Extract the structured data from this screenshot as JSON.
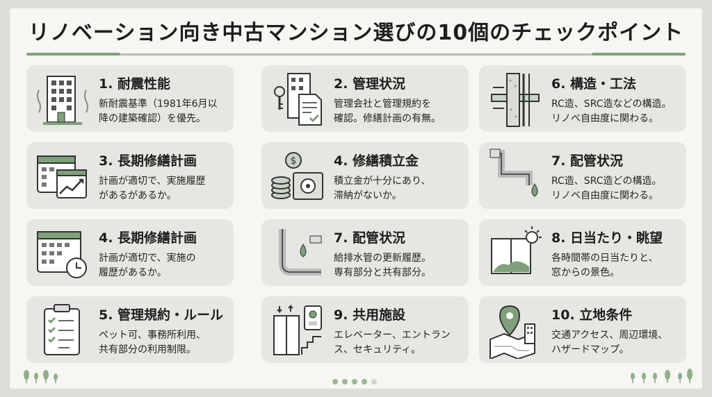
{
  "title": "リノベーション向き中古マンション選びの10個のチェックポイント",
  "cards": [
    {
      "title": "1. 耐震性能",
      "line1": "新耐震基準（1981年6月以",
      "line2": "降の建築確認）を優先。",
      "icon": "building-icon"
    },
    {
      "title": "2. 管理状況",
      "line1": "管理会社と管理規約を",
      "line2": "確認。修繕計画の有無。",
      "icon": "keys-document-icon"
    },
    {
      "title": "6. 構造・工法",
      "line1": "RC造、SRC造などの構造。",
      "line2": "リノベ自由度に関わる。",
      "icon": "structure-section-icon"
    },
    {
      "title": "3. 長期修繕計画",
      "line1": "計画が適切で、実施履歴",
      "line2": "があるがあるか。",
      "icon": "calendar-chart-icon"
    },
    {
      "title": "4. 修繕積立金",
      "line1": "積立金が十分にあり、",
      "line2": "滞納がないか。",
      "icon": "coins-safe-icon"
    },
    {
      "title": "7. 配管状況",
      "line1": "RC造、SRC造どの構造。",
      "line2": "リノベ自由度に関わる。",
      "icon": "pipe-drop-icon"
    },
    {
      "title": "4. 長期修繕計画",
      "line1": "計画が適切で、実施の",
      "line2": "履歴があるか。",
      "icon": "calendar-clock-icon"
    },
    {
      "title": "7. 配管状況",
      "line1": "給排水管の更新履歴。",
      "line2": "専有部分と共有部分。",
      "icon": "pipe-drop-icon"
    },
    {
      "title": "8. 日当たり・眺望",
      "line1": "各時間帯の日当たりと、",
      "line2": "窓からの景色。",
      "icon": "window-sun-icon"
    },
    {
      "title": "5. 管理規約・ルール",
      "line1": "ペット可、事務所利用、",
      "line2": "共有部分の利用制限。",
      "icon": "checklist-icon"
    },
    {
      "title": "9. 共用施設",
      "line1": "エレベーター、エントラン",
      "line2": "ス、セキュリティ。",
      "icon": "elevator-intercom-icon"
    },
    {
      "title": "10. 立地条件",
      "line1": "交通アクセス、周辺環境、",
      "line2": "ハザードマップ。",
      "icon": "map-pin-icon"
    }
  ],
  "colors": {
    "accent": "#7fa07a",
    "card": "#e6e7e2",
    "background": "#f6f6f3"
  }
}
